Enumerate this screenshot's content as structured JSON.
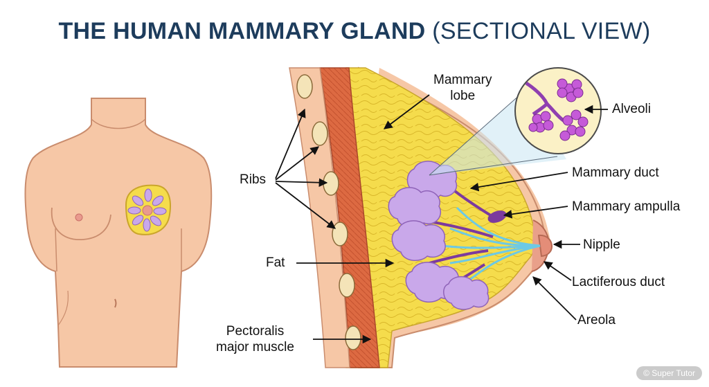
{
  "title": {
    "main": "THE HUMAN MAMMARY GLAND",
    "sub": "(SECTIONAL VIEW)"
  },
  "labels": {
    "mammary_lobe_1": "Mammary",
    "mammary_lobe_2": "lobe",
    "alveoli": "Alveoli",
    "ribs": "Ribs",
    "mammary_duct": "Mammary duct",
    "mammary_ampulla": "Mammary ampulla",
    "nipple": "Nipple",
    "fat": "Fat",
    "lactiferous_duct": "Lactiferous duct",
    "areola": "Areola",
    "pectoralis_1": "Pectoralis",
    "pectoralis_2": "major muscle"
  },
  "watermark": "© Super Tutor",
  "colors": {
    "title": "#1d3c5c",
    "skin": "#f6c7a6",
    "skin_outline": "#c98c6d",
    "muscle": "#d95f3a",
    "fat": "#f4dc4f",
    "lobules": "#c9a8ea",
    "ducts_blue": "#6cc9e6",
    "ducts_purple": "#7c3a9e"
  }
}
